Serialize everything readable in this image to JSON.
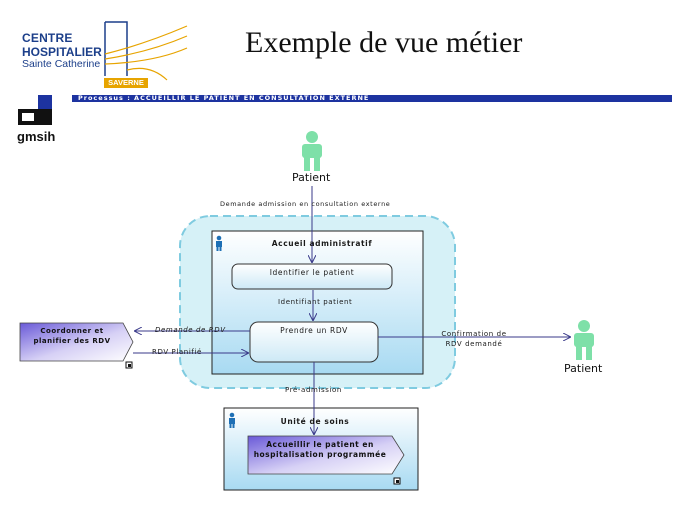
{
  "header": {
    "logo_line1": "CENTRE",
    "logo_line2": "HOSPITALIER",
    "logo_line3": "Sainte Catherine",
    "logo_city": "SAVERNE",
    "title": "Exemple de vue métier",
    "process_label": "Processus : ACCUEILLIR LE PATIENT EN CONSULTATION EXTERNE",
    "org_name": "gmsih"
  },
  "diagram": {
    "actors": {
      "patient_top": "Patient",
      "patient_right": "Patient"
    },
    "boxes": {
      "accueil": "Accueil administratif",
      "unite": "Unité de soins"
    },
    "tasks": {
      "identifier": "Identifier le patient",
      "prendre_rdv": "Prendre un RDV"
    },
    "external": {
      "coordonner_l1": "Coordonner et",
      "coordonner_l2": "planifier des RDV",
      "accueillir_l1": "Accueillir le patient en",
      "accueillir_l2": "hospitalisation programmée"
    },
    "flows": {
      "demande_admission": "Demande admission en consultation externe",
      "identifiant_patient": "Identifiant patient",
      "demande_rdv": "Demande de RDV",
      "rdv_planifie": "RDV Planifié",
      "confirmation_l1": "Confirmation de",
      "confirmation_l2": "RDV demandé",
      "pre_admission": "Pré-admission"
    },
    "colors": {
      "actor": "#7ee0a8",
      "process_bar": "#1d33a0",
      "box_fill": "#bfe4f7",
      "cloud_fill": "#d6f1f7",
      "cloud_border": "#7fcbe0",
      "external_fill": "#6a5ad8"
    }
  }
}
